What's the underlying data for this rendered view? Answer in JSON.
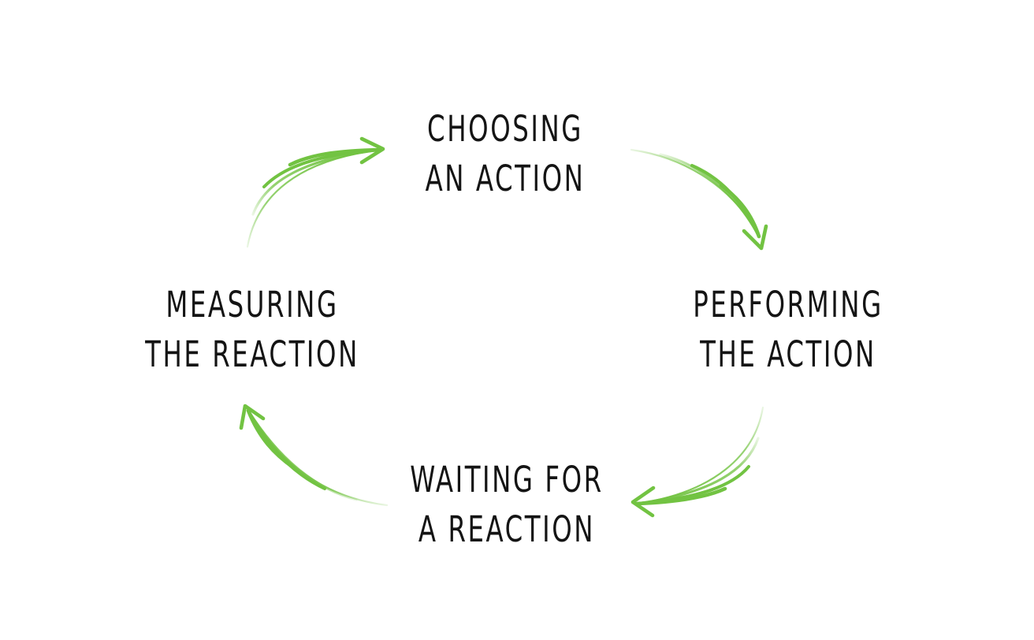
{
  "diagram": {
    "type": "cycle",
    "title": "",
    "background_color": "#ffffff",
    "text_color": "#141414",
    "arrow_color": "#72C342",
    "direction": "clockwise",
    "nodes": [
      {
        "id": "choosing",
        "position": "top",
        "line1": "CHOOSING",
        "line2": "AN ACTION"
      },
      {
        "id": "performing",
        "position": "right",
        "line1": "PERFORMING",
        "line2": "THE ACTION"
      },
      {
        "id": "waiting",
        "position": "bottom",
        "line1": "WAITING FOR",
        "line2": "A REACTION"
      },
      {
        "id": "measuring",
        "position": "left",
        "line1": "MEASURING",
        "line2": "THE REACTION"
      }
    ],
    "arrows": [
      {
        "id": "choosing-to-performing",
        "from": "choosing",
        "to": "performing",
        "quadrant": "top-right",
        "style": "tapered-curve-with-arrowhead"
      },
      {
        "id": "performing-to-waiting",
        "from": "performing",
        "to": "waiting",
        "quadrant": "bottom-right",
        "style": "tapered-curve-with-arrowhead"
      },
      {
        "id": "waiting-to-measuring",
        "from": "waiting",
        "to": "measuring",
        "quadrant": "bottom-left",
        "style": "tapered-curve-with-arrowhead"
      },
      {
        "id": "measuring-to-choosing",
        "from": "measuring",
        "to": "choosing",
        "quadrant": "top-left",
        "style": "tapered-curve-with-arrowhead"
      }
    ]
  }
}
